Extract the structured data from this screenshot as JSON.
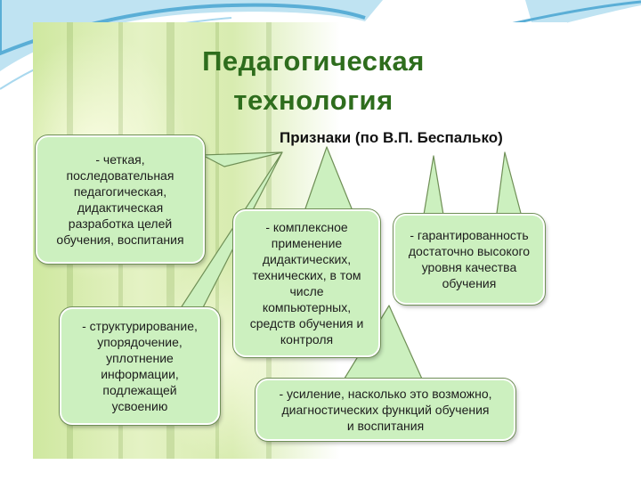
{
  "slide": {
    "title": "Педагогическая\nтехнология",
    "subtitle": "Признаки (по В.П. Беспалько)"
  },
  "features": [
    {
      "id": "clear-development",
      "text": "- четкая,\nпоследовательная\nпедагогическая,\nдидактическая\nразработка целей\nобучения, воспитания"
    },
    {
      "id": "structuring",
      "text": "- структурирование,\nупорядочение,\nуплотнение\nинформации,\nподлежащей\nусвоению"
    },
    {
      "id": "complex-application",
      "text": "- комплексное\nприменение\nдидактических,\nтехнических, в том\nчисле\nкомпьютерных,\nсредств обучения и\nконтроля"
    },
    {
      "id": "quality-guarantee",
      "text": "- гарантированность\nдостаточно высокого\nуровня качества\nобучения"
    },
    {
      "id": "diagnostic-functions",
      "text": "- усиление, насколько это возможно,\nдиагностических функций обучения\nи воспитания"
    }
  ],
  "colors": {
    "title": "#2e6d1d",
    "box_fill": "#ccf0bf",
    "accent_blue": "#5aaed6"
  }
}
